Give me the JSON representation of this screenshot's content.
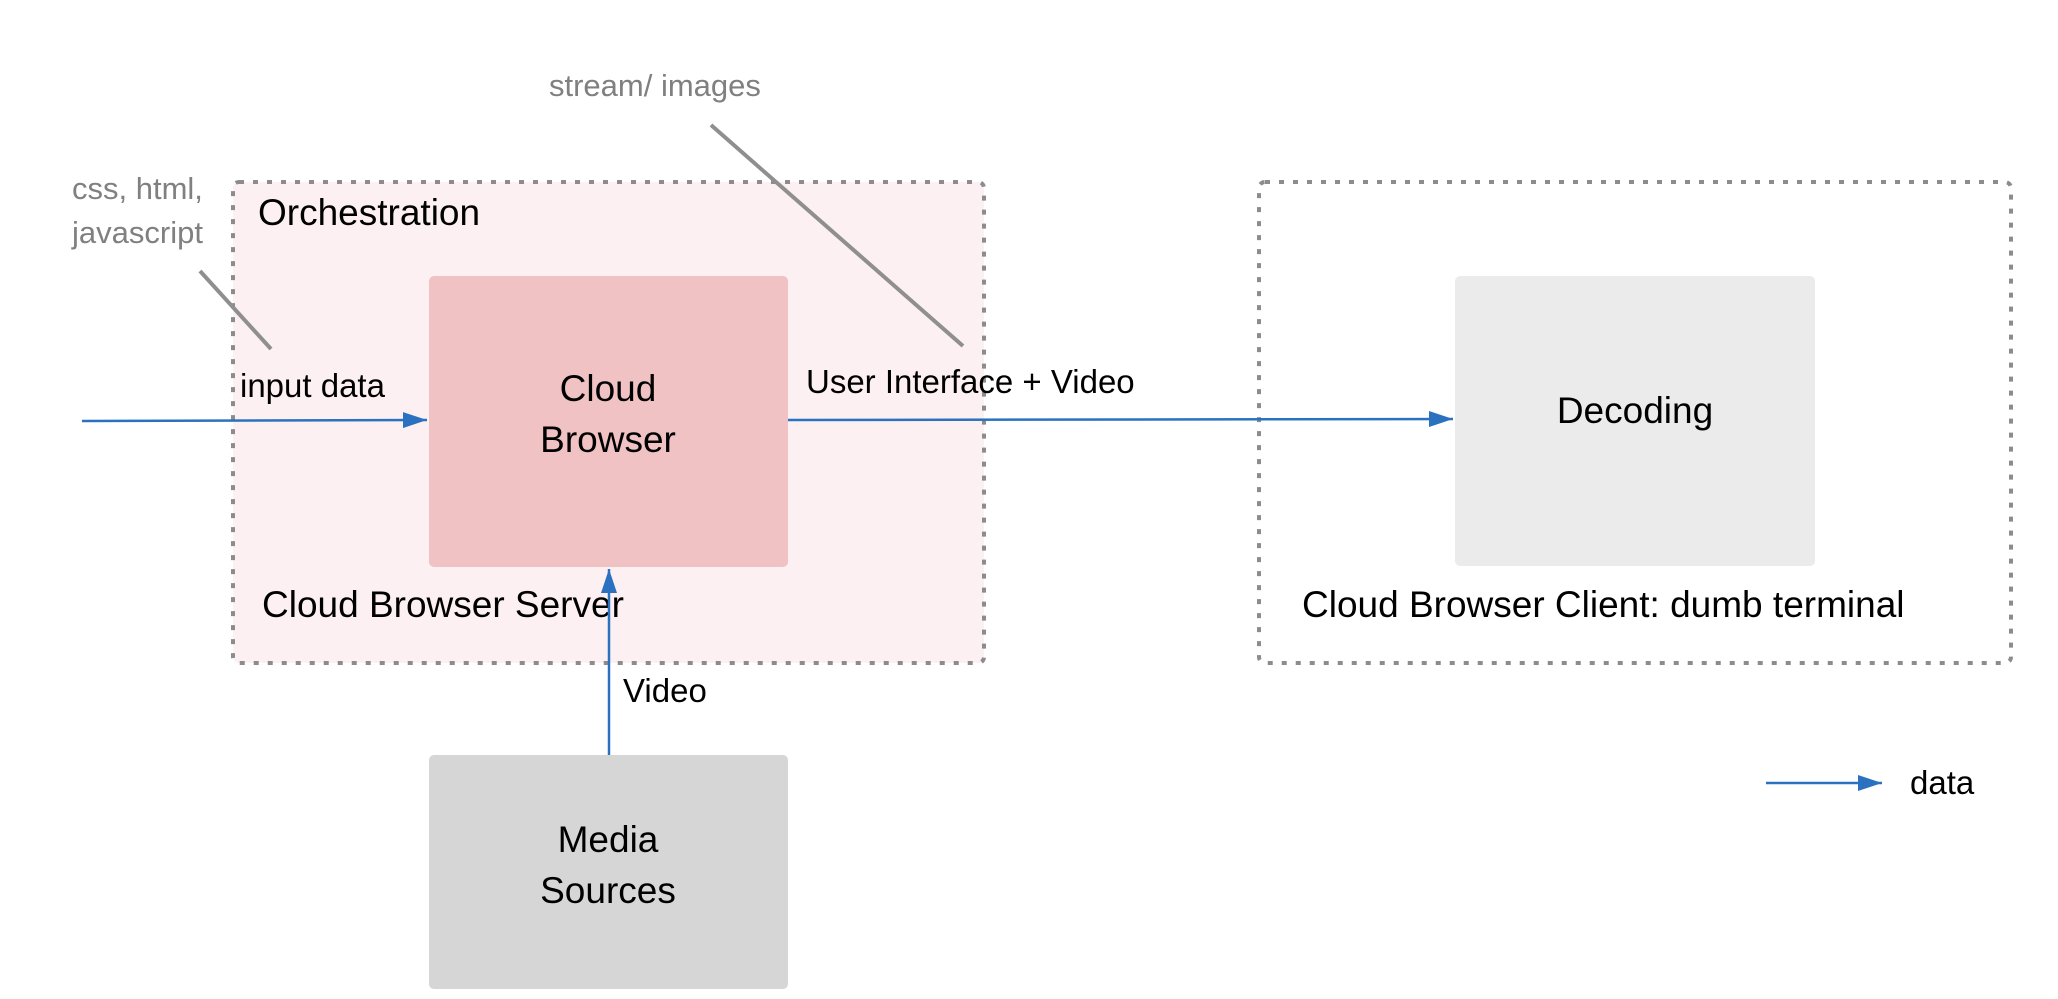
{
  "colors": {
    "server_group_fill": "#fdf0f2",
    "group_border": "#8c8c8c",
    "cloud_browser_fill": "#f0c2c4",
    "media_sources_fill": "#d6d6d6",
    "decoding_fill": "#ebebeb",
    "data_arrow": "#2a72c0",
    "annotation_text": "#808080"
  },
  "groups": {
    "server": {
      "title": "Orchestration",
      "label": "Cloud Browser Server"
    },
    "client": {
      "label": "Cloud Browser Client: dumb terminal"
    }
  },
  "nodes": {
    "cloud_browser": {
      "line1": "Cloud",
      "line2": "Browser"
    },
    "media_sources": {
      "line1": "Media",
      "line2": "Sources"
    },
    "decoding": {
      "label": "Decoding"
    }
  },
  "edges": {
    "input": {
      "label": "input data"
    },
    "output": {
      "label": "User Interface + Video"
    },
    "media": {
      "label": "Video"
    }
  },
  "annotations": {
    "input_note": {
      "line1": "css, html,",
      "line2": "javascript"
    },
    "output_note": {
      "label": "stream/ images"
    }
  },
  "legend": {
    "data_label": "data"
  }
}
